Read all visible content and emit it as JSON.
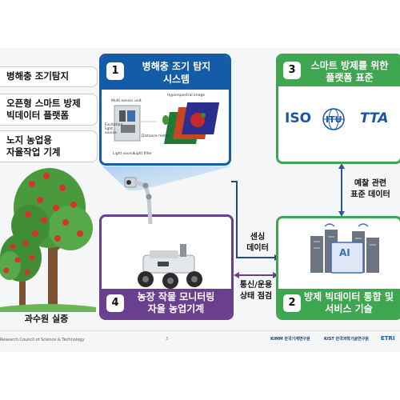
{
  "left_items": [
    "병해충 조기탐지",
    "오픈형 스마트 방제",
    "빅데이터 플랫폼",
    "노지 농업용",
    "자율작업 기계"
  ],
  "panel1": {
    "number": "1",
    "title_line1": "병해충 조기 탐지",
    "title_line2": "시스템",
    "inset_labels": [
      "Multi-sensor unit",
      "Hyperspectral image",
      "Excitation light source",
      "Light source",
      "Light filter",
      "Distance meter"
    ]
  },
  "panel3": {
    "number": "3",
    "title_line1": "스마트 방제를 위한",
    "title_line2": "플랫폼 표준",
    "logos": [
      "ISO",
      "ITU",
      "TTA"
    ]
  },
  "panel4": {
    "number": "4",
    "title_line1": "농장 작물 모니터링",
    "title_line2": "자율 농업기계"
  },
  "panel2": {
    "number": "2",
    "title_line1": "방제 빅데이터 통합 및",
    "title_line2": "서비스 기술",
    "ai_label": "AI"
  },
  "arrows": {
    "sensing_line1": "센싱",
    "sensing_line2": "데이터",
    "comm_line1": "통신/운용",
    "comm_line2": "상태 점검",
    "forecast_line1": "예찰 관련",
    "forecast_line2": "표준 데이터"
  },
  "orchard_label": "과수원 실증",
  "footer": {
    "council": "Research Council of Science & Technology",
    "page": "3",
    "orgs": [
      "KIMM 한국기계연구원",
      "KIST 한국과학기술연구원",
      "ETRI"
    ]
  },
  "colors": {
    "blue": "#145ca8",
    "green": "#3ea650",
    "purple": "#6a3f8e"
  }
}
